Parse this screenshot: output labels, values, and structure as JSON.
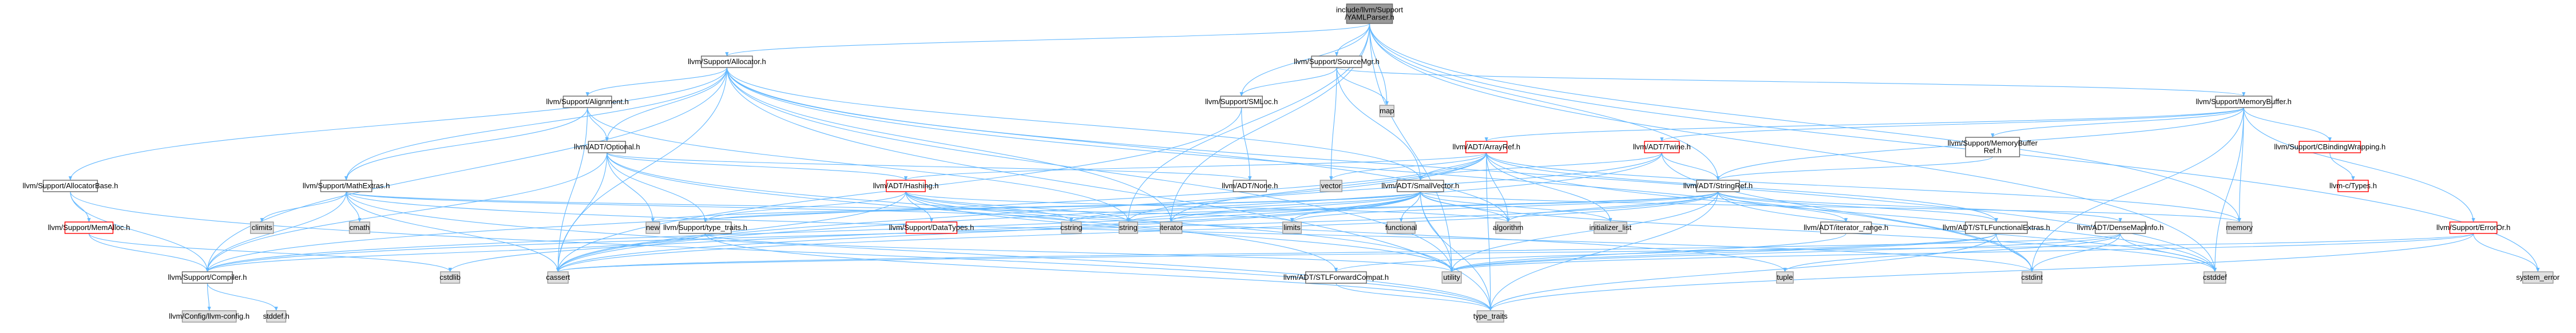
{
  "colors": {
    "edge": "#63b8ff",
    "normal_fill": "#ffffff",
    "normal_stroke": "#666666",
    "system_fill": "#e0e0e0",
    "system_stroke": "#999999",
    "root_fill": "#999999",
    "root_stroke": "#666666",
    "truncated_fill": "#ffffff",
    "truncated_stroke": "#ff0000",
    "text": "#000000"
  },
  "nodes": {
    "root": {
      "lines": [
        "include/llvm/Support",
        "/YAMLParser.h"
      ],
      "kind": "root"
    },
    "allocator": {
      "lines": [
        "llvm/Support/Allocator.h"
      ],
      "kind": "normal"
    },
    "sourcemgr": {
      "lines": [
        "llvm/Support/SourceMgr.h"
      ],
      "kind": "normal"
    },
    "map": {
      "lines": [
        "map"
      ],
      "kind": "system"
    },
    "alignment": {
      "lines": [
        "llvm/Support/Alignment.h"
      ],
      "kind": "normal"
    },
    "smloc": {
      "lines": [
        "llvm/Support/SMLoc.h"
      ],
      "kind": "normal"
    },
    "memorybuffer": {
      "lines": [
        "llvm/Support/MemoryBuffer.h"
      ],
      "kind": "normal"
    },
    "optional": {
      "lines": [
        "llvm/ADT/Optional.h"
      ],
      "kind": "normal"
    },
    "arrayref": {
      "lines": [
        "llvm/ADT/ArrayRef.h"
      ],
      "kind": "truncated"
    },
    "twine": {
      "lines": [
        "llvm/ADT/Twine.h"
      ],
      "kind": "truncated"
    },
    "membufref": {
      "lines": [
        "llvm/Support/MemoryBuffer",
        "Ref.h"
      ],
      "kind": "normal"
    },
    "cbinding": {
      "lines": [
        "llvm/Support/CBindingWrapping.h"
      ],
      "kind": "truncated"
    },
    "ctypes": {
      "lines": [
        "llvm-c/Types.h"
      ],
      "kind": "truncated"
    },
    "allocatorbase": {
      "lines": [
        "llvm/Support/AllocatorBase.h"
      ],
      "kind": "normal"
    },
    "mathextras": {
      "lines": [
        "llvm/Support/MathExtras.h"
      ],
      "kind": "normal"
    },
    "hashing": {
      "lines": [
        "llvm/ADT/Hashing.h"
      ],
      "kind": "truncated"
    },
    "none": {
      "lines": [
        "llvm/ADT/None.h"
      ],
      "kind": "normal"
    },
    "vector": {
      "lines": [
        "vector"
      ],
      "kind": "system"
    },
    "smallvector": {
      "lines": [
        "llvm/ADT/SmallVector.h"
      ],
      "kind": "normal"
    },
    "stringref": {
      "lines": [
        "llvm/ADT/StringRef.h"
      ],
      "kind": "normal"
    },
    "memory": {
      "lines": [
        "memory"
      ],
      "kind": "system"
    },
    "erroror": {
      "lines": [
        "llvm/Support/ErrorOr.h"
      ],
      "kind": "truncated"
    },
    "memalloc": {
      "lines": [
        "llvm/Support/MemAlloc.h"
      ],
      "kind": "truncated"
    },
    "climits": {
      "lines": [
        "climits"
      ],
      "kind": "system"
    },
    "cmath": {
      "lines": [
        "cmath"
      ],
      "kind": "system"
    },
    "new": {
      "lines": [
        "new"
      ],
      "kind": "system"
    },
    "typetraits_h": {
      "lines": [
        "llvm/Support/type_traits.h"
      ],
      "kind": "normal"
    },
    "datatypes": {
      "lines": [
        "llvm/Support/DataTypes.h"
      ],
      "kind": "truncated"
    },
    "cstring": {
      "lines": [
        "cstring"
      ],
      "kind": "system"
    },
    "string": {
      "lines": [
        "string"
      ],
      "kind": "system"
    },
    "iterator": {
      "lines": [
        "iterator"
      ],
      "kind": "system"
    },
    "limits": {
      "lines": [
        "limits"
      ],
      "kind": "system"
    },
    "functional": {
      "lines": [
        "functional"
      ],
      "kind": "system"
    },
    "algorithm": {
      "lines": [
        "algorithm"
      ],
      "kind": "system"
    },
    "initializer_list": {
      "lines": [
        "initializer_list"
      ],
      "kind": "system"
    },
    "iterator_range": {
      "lines": [
        "llvm/ADT/iterator_range.h"
      ],
      "kind": "normal"
    },
    "stlfunctional": {
      "lines": [
        "llvm/ADT/STLFunctionalExtras.h"
      ],
      "kind": "normal"
    },
    "densemapinfo": {
      "lines": [
        "llvm/ADT/DenseMapInfo.h"
      ],
      "kind": "normal"
    },
    "system_error": {
      "lines": [
        "system_error"
      ],
      "kind": "system"
    },
    "compiler": {
      "lines": [
        "llvm/Support/Compiler.h"
      ],
      "kind": "normal"
    },
    "cstdlib": {
      "lines": [
        "cstdlib"
      ],
      "kind": "system"
    },
    "cassert": {
      "lines": [
        "cassert"
      ],
      "kind": "system"
    },
    "stlforward": {
      "lines": [
        "llvm/ADT/STLForwardCompat.h"
      ],
      "kind": "normal"
    },
    "utility": {
      "lines": [
        "utility"
      ],
      "kind": "system"
    },
    "tuple": {
      "lines": [
        "tuple"
      ],
      "kind": "system"
    },
    "cstdint": {
      "lines": [
        "cstdint"
      ],
      "kind": "system"
    },
    "cstddef": {
      "lines": [
        "cstddef"
      ],
      "kind": "system"
    },
    "llvmconfig": {
      "lines": [
        "llvm/Config/llvm-config.h"
      ],
      "kind": "system"
    },
    "stddef": {
      "lines": [
        "stddef.h"
      ],
      "kind": "system"
    },
    "type_traits": {
      "lines": [
        "type_traits"
      ],
      "kind": "system"
    }
  },
  "edges": [
    [
      "root",
      "allocator"
    ],
    [
      "root",
      "sourcemgr"
    ],
    [
      "root",
      "map"
    ],
    [
      "root",
      "smloc"
    ],
    [
      "root",
      "stringref"
    ],
    [
      "root",
      "iterator"
    ],
    [
      "root",
      "string"
    ],
    [
      "root",
      "memory"
    ],
    [
      "root",
      "system_error"
    ],
    [
      "root",
      "cstddef"
    ],
    [
      "root",
      "utility"
    ],
    [
      "allocator",
      "allocatorbase"
    ],
    [
      "allocator",
      "alignment"
    ],
    [
      "allocator",
      "mathextras"
    ],
    [
      "allocator",
      "optional"
    ],
    [
      "allocator",
      "compiler"
    ],
    [
      "allocator",
      "smallvector"
    ],
    [
      "allocator",
      "cassert"
    ],
    [
      "allocator",
      "cstddef"
    ],
    [
      "allocator",
      "cstdint"
    ],
    [
      "allocator",
      "iterator"
    ],
    [
      "allocator",
      "type_traits"
    ],
    [
      "allocator",
      "utility"
    ],
    [
      "allocator",
      "algorithm"
    ],
    [
      "sourcemgr",
      "smloc"
    ],
    [
      "sourcemgr",
      "memorybuffer"
    ],
    [
      "sourcemgr",
      "smallvector"
    ],
    [
      "sourcemgr",
      "vector"
    ],
    [
      "sourcemgr",
      "map"
    ],
    [
      "smloc",
      "none"
    ],
    [
      "smloc",
      "cassert"
    ],
    [
      "alignment",
      "mathextras"
    ],
    [
      "alignment",
      "optional"
    ],
    [
      "alignment",
      "cassert"
    ],
    [
      "alignment",
      "string"
    ],
    [
      "memorybuffer",
      "cbinding"
    ],
    [
      "memorybuffer",
      "arrayref"
    ],
    [
      "memorybuffer",
      "stringref"
    ],
    [
      "memorybuffer",
      "twine"
    ],
    [
      "memorybuffer",
      "membufref"
    ],
    [
      "memorybuffer",
      "erroror"
    ],
    [
      "memorybuffer",
      "memory"
    ],
    [
      "memorybuffer",
      "cstddef"
    ],
    [
      "memorybuffer",
      "cstdint"
    ],
    [
      "cbinding",
      "ctypes"
    ],
    [
      "membufref",
      "stringref"
    ],
    [
      "optional",
      "none"
    ],
    [
      "optional",
      "compiler"
    ],
    [
      "optional",
      "stlforward"
    ],
    [
      "optional",
      "typetraits_h"
    ],
    [
      "optional",
      "hashing"
    ],
    [
      "optional",
      "cassert"
    ],
    [
      "optional",
      "new"
    ],
    [
      "optional",
      "utility"
    ],
    [
      "arrayref",
      "hashing"
    ],
    [
      "arrayref",
      "smallvector"
    ],
    [
      "arrayref",
      "stlfunctional"
    ],
    [
      "arrayref",
      "compiler"
    ],
    [
      "arrayref",
      "algorithm"
    ],
    [
      "arrayref",
      "array_dummy"
    ],
    [
      "arrayref",
      "cassert"
    ],
    [
      "arrayref",
      "cstddef"
    ],
    [
      "arrayref",
      "initializer_list"
    ],
    [
      "arrayref",
      "iterator"
    ],
    [
      "arrayref",
      "memory"
    ],
    [
      "arrayref",
      "type_traits"
    ],
    [
      "arrayref",
      "vector"
    ],
    [
      "twine",
      "smallvector"
    ],
    [
      "twine",
      "stringref"
    ],
    [
      "twine",
      "cassert"
    ],
    [
      "twine",
      "cstdint"
    ],
    [
      "twine",
      "string"
    ],
    [
      "hashing",
      "datatypes"
    ],
    [
      "hashing",
      "typetraits_h"
    ],
    [
      "hashing",
      "algorithm"
    ],
    [
      "hashing",
      "cassert"
    ],
    [
      "hashing",
      "cstring"
    ],
    [
      "hashing",
      "string"
    ],
    [
      "hashing",
      "tuple"
    ],
    [
      "hashing",
      "utility"
    ],
    [
      "mathextras",
      "compiler"
    ],
    [
      "mathextras",
      "cassert"
    ],
    [
      "mathextras",
      "climits"
    ],
    [
      "mathextras",
      "cmath"
    ],
    [
      "mathextras",
      "cstdint"
    ],
    [
      "mathextras",
      "cstring"
    ],
    [
      "mathextras",
      "limits"
    ],
    [
      "mathextras",
      "type_traits"
    ],
    [
      "allocatorbase",
      "compiler"
    ],
    [
      "allocatorbase",
      "memalloc"
    ],
    [
      "allocatorbase",
      "type_traits"
    ],
    [
      "memalloc",
      "compiler"
    ],
    [
      "memalloc",
      "cstdlib"
    ],
    [
      "smallvector",
      "compiler"
    ],
    [
      "smallvector",
      "typetraits_h"
    ],
    [
      "smallvector",
      "algorithm"
    ],
    [
      "smallvector",
      "cassert"
    ],
    [
      "smallvector",
      "cstddef"
    ],
    [
      "smallvector",
      "cstdlib"
    ],
    [
      "smallvector",
      "cstring"
    ],
    [
      "smallvector",
      "functional"
    ],
    [
      "smallvector",
      "initializer_list"
    ],
    [
      "smallvector",
      "iterator"
    ],
    [
      "smallvector",
      "limits"
    ],
    [
      "smallvector",
      "memory"
    ],
    [
      "smallvector",
      "new"
    ],
    [
      "smallvector",
      "type_traits"
    ],
    [
      "smallvector",
      "utility"
    ],
    [
      "stringref",
      "stlfunctional"
    ],
    [
      "stringref",
      "iterator_range"
    ],
    [
      "stringref",
      "densemapinfo"
    ],
    [
      "stringref",
      "compiler"
    ],
    [
      "stringref",
      "algorithm"
    ],
    [
      "stringref",
      "cassert"
    ],
    [
      "stringref",
      "cstddef"
    ],
    [
      "stringref",
      "cstring"
    ],
    [
      "stringref",
      "limits"
    ],
    [
      "stringref",
      "string"
    ],
    [
      "stringref",
      "type_traits"
    ],
    [
      "stringref",
      "utility"
    ],
    [
      "stlfunctional",
      "stlforward"
    ],
    [
      "stlfunctional",
      "cstdint"
    ],
    [
      "stlfunctional",
      "type_traits"
    ],
    [
      "stlfunctional",
      "utility"
    ],
    [
      "densemapinfo",
      "cassert"
    ],
    [
      "densemapinfo",
      "cstddef"
    ],
    [
      "densemapinfo",
      "cstdint"
    ],
    [
      "densemapinfo",
      "tuple"
    ],
    [
      "densemapinfo",
      "utility"
    ],
    [
      "iterator_range",
      "utility"
    ],
    [
      "erroror",
      "system_error"
    ],
    [
      "erroror",
      "type_traits"
    ],
    [
      "erroror",
      "cassert"
    ],
    [
      "erroror",
      "utility"
    ],
    [
      "typetraits_h",
      "compiler"
    ],
    [
      "typetraits_h",
      "type_traits"
    ],
    [
      "typetraits_h",
      "utility"
    ],
    [
      "stlforward",
      "type_traits"
    ],
    [
      "compiler",
      "llvmconfig"
    ],
    [
      "compiler",
      "stddef"
    ]
  ]
}
